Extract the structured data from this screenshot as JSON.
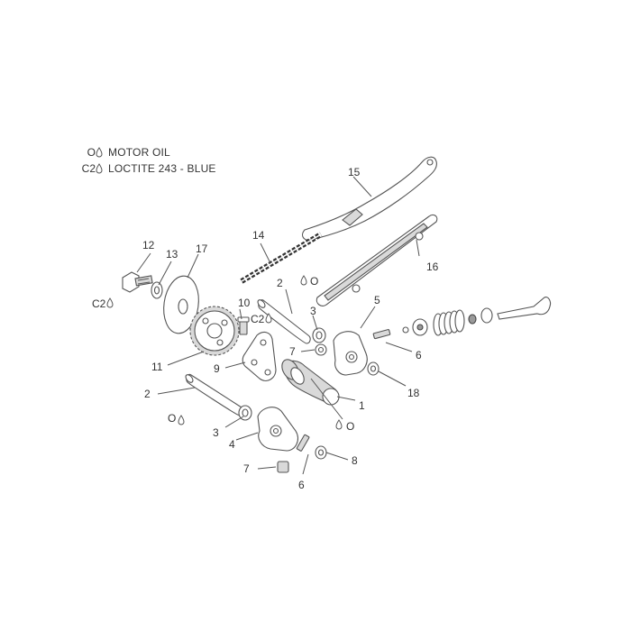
{
  "legend": {
    "items": [
      {
        "symbol": "O",
        "icon": "oil-drop-icon",
        "label": "MOTOR OIL"
      },
      {
        "symbol": "C2",
        "icon": "loctite-drop-icon",
        "label": "LOCTITE 243 - BLUE"
      }
    ]
  },
  "callouts": {
    "c1": "1",
    "c2a": "2",
    "c2b": "2",
    "c3a": "3",
    "c3b": "3",
    "c4": "4",
    "c5": "5",
    "c6a": "6",
    "c6b": "6",
    "c7a": "7",
    "c7b": "7",
    "c8": "8",
    "c9": "9",
    "c10": "10",
    "c11": "11",
    "c12": "12",
    "c13": "13",
    "c14": "14",
    "c15": "15",
    "c16": "16",
    "c17": "17",
    "c18": "18"
  },
  "markers": {
    "oil_symbol": "O",
    "loctite_symbol": "C2"
  }
}
